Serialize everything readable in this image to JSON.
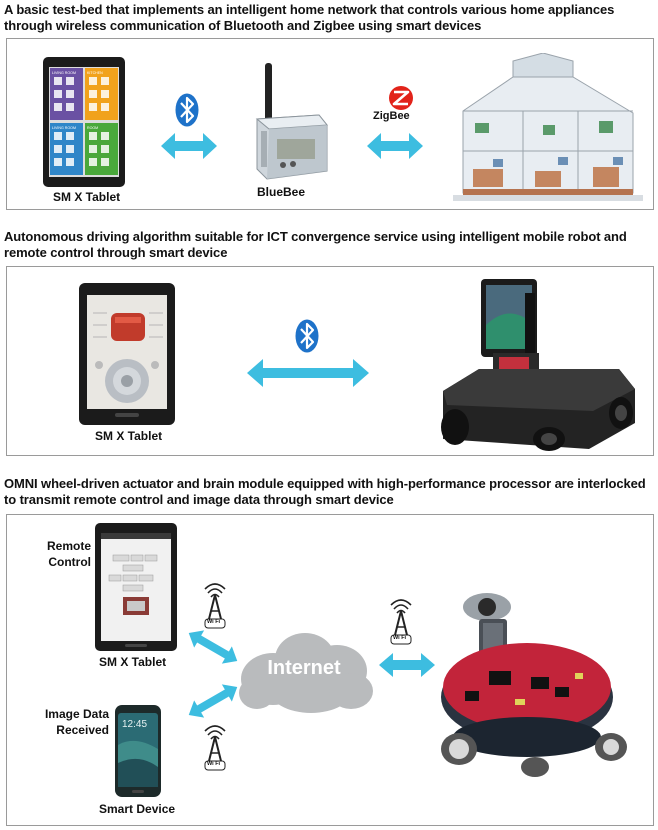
{
  "sections": [
    {
      "heading": "A basic test-bed that implements an intelligent home network that controls various home appliances through wireless communication of Bluetooth and Zigbee using smart devices",
      "labels": {
        "tablet": "SM X Tablet",
        "gateway": "BlueBee"
      },
      "zigbee_logo": "ZigBee",
      "tablet_tiles": [
        "LIVING ROOM",
        "KITCHEN",
        "LIVING ROOM",
        "ROOM"
      ]
    },
    {
      "heading": "Autonomous driving algorithm suitable for ICT convergence service using intelligent mobile robot and remote control through smart device",
      "labels": {
        "tablet": "SM X Tablet"
      }
    },
    {
      "heading": "OMNI wheel-driven actuator and brain module equipped with high-performance processor are interlocked to transmit remote control and image data through smart device",
      "labels": {
        "remote_control_line1": "Remote",
        "remote_control_line2": "Control",
        "tablet": "SM X Tablet",
        "image_line1": "Image Data",
        "image_line2": "Received",
        "smart_device": "Smart Device",
        "internet": "Internet",
        "wifi": "Wi Fi"
      },
      "phone_time": "12:45"
    }
  ],
  "colors": {
    "arrow": "#3dbde0",
    "bluetooth": "#1e72c9",
    "zigbee": "#e2231a",
    "panel_border": "#9a9a9a"
  },
  "icons": [
    "bluetooth-icon",
    "zigbee-logo",
    "wifi-tower-icon",
    "internet-cloud"
  ]
}
